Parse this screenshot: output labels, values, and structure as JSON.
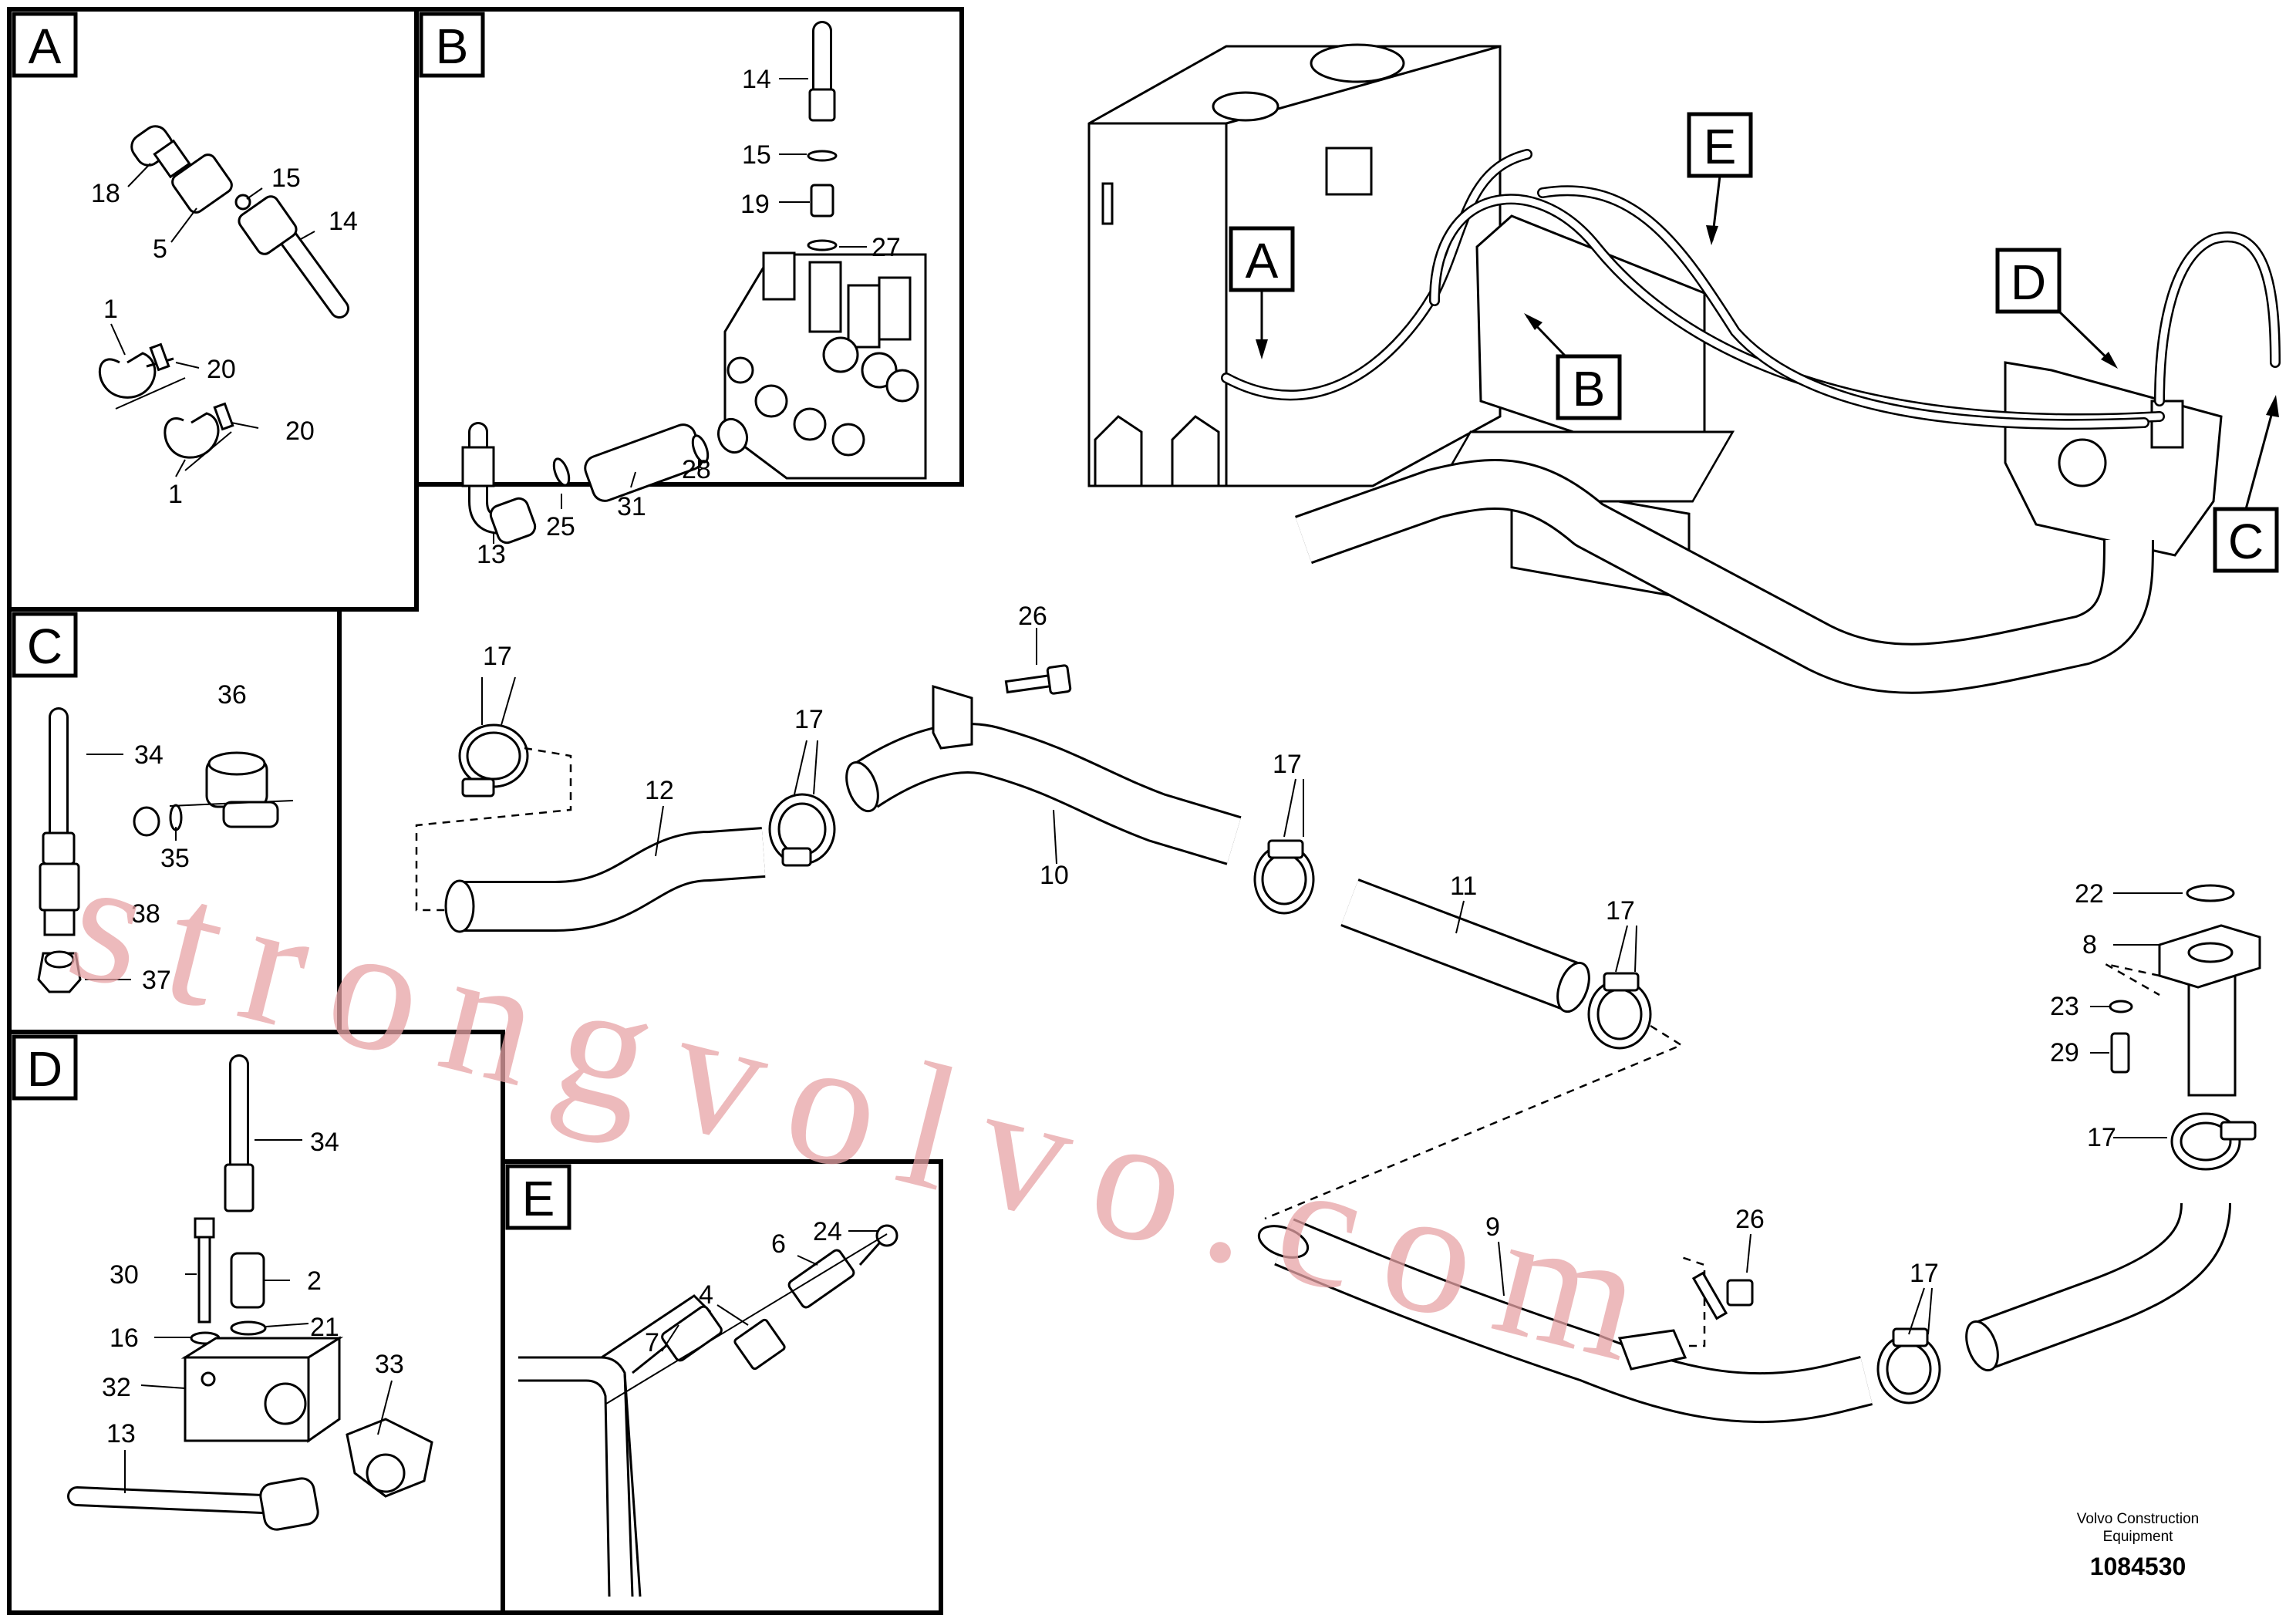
{
  "panels": {
    "A": {
      "letter": "A"
    },
    "B": {
      "letter": "B"
    },
    "C": {
      "letter": "C"
    },
    "D": {
      "letter": "D"
    },
    "E": {
      "letter": "E"
    }
  },
  "main_callouts": {
    "A": "A",
    "B": "B",
    "C": "C",
    "D": "D",
    "E": "E"
  },
  "labels": {
    "a_18": "18",
    "a_5": "5",
    "a_15": "15",
    "a_14": "14",
    "a_1_top": "1",
    "a_20_top": "20",
    "a_20_bottom": "20",
    "a_1_bottom": "1",
    "b_14": "14",
    "b_15": "15",
    "b_19": "19",
    "b_27": "27",
    "b_28": "28",
    "b_31": "31",
    "b_25": "25",
    "b_13": "13",
    "c_36": "36",
    "c_34": "34",
    "c_35": "35",
    "c_38": "38",
    "c_37": "37",
    "d_34": "34",
    "d_30": "30",
    "d_2": "2",
    "d_16": "16",
    "d_21": "21",
    "d_32": "32",
    "d_33": "33",
    "d_13": "13",
    "e_24": "24",
    "e_6": "6",
    "e_4": "4",
    "e_7": "7",
    "m_17_a": "17",
    "m_12": "12",
    "m_17_b": "17",
    "m_26_top": "26",
    "m_10": "10",
    "m_17_c": "17",
    "m_11": "11",
    "m_17_d": "17",
    "m_22": "22",
    "m_8": "8",
    "m_23": "23",
    "m_29": "29",
    "m_17_e": "17",
    "m_9": "9",
    "m_26_bottom": "26",
    "m_17_f": "17"
  },
  "watermark": "strongvolvo.com",
  "footer": {
    "brand_line1": "Volvo Construction",
    "brand_line2": "Equipment",
    "drawing_number": "1084530"
  }
}
